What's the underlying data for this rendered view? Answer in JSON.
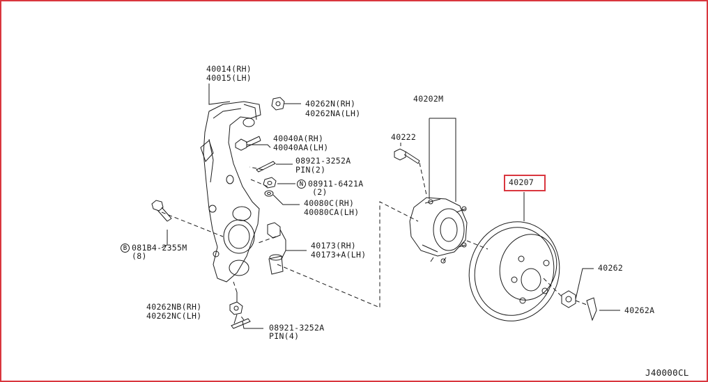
{
  "diagram": {
    "code": "J40000CL",
    "highlight_color": "#d9363e",
    "labels": {
      "knuckle": [
        "40014(RH)",
        "40015(LH)"
      ],
      "nut_top": [
        "40262N(RH)",
        "40262NA(LH)"
      ],
      "bolt_top": [
        "40040A(RH)",
        "40040AA(LH)"
      ],
      "pin_top": [
        "08921-3252A",
        "PIN(2)"
      ],
      "nut_n": [
        "08911-6421A",
        "(2)"
      ],
      "nut_n_symbol": "N",
      "washer": [
        "40080C(RH)",
        "40080CA(LH)"
      ],
      "bolt_left": [
        "081B4-2355M",
        "(8)"
      ],
      "bolt_left_symbol": "B",
      "bushing": [
        "40173(RH)",
        "40173+A(LH)"
      ],
      "nut_bottom": [
        "40262NB(RH)",
        "40262NC(LH)"
      ],
      "pin_bottom": [
        "08921-3252A",
        "PIN(4)"
      ],
      "hub_assembly": "40202M",
      "hub_bolt": "40222",
      "rotor": "40207",
      "hub_nut": "40262",
      "cotter": "40262A"
    }
  }
}
